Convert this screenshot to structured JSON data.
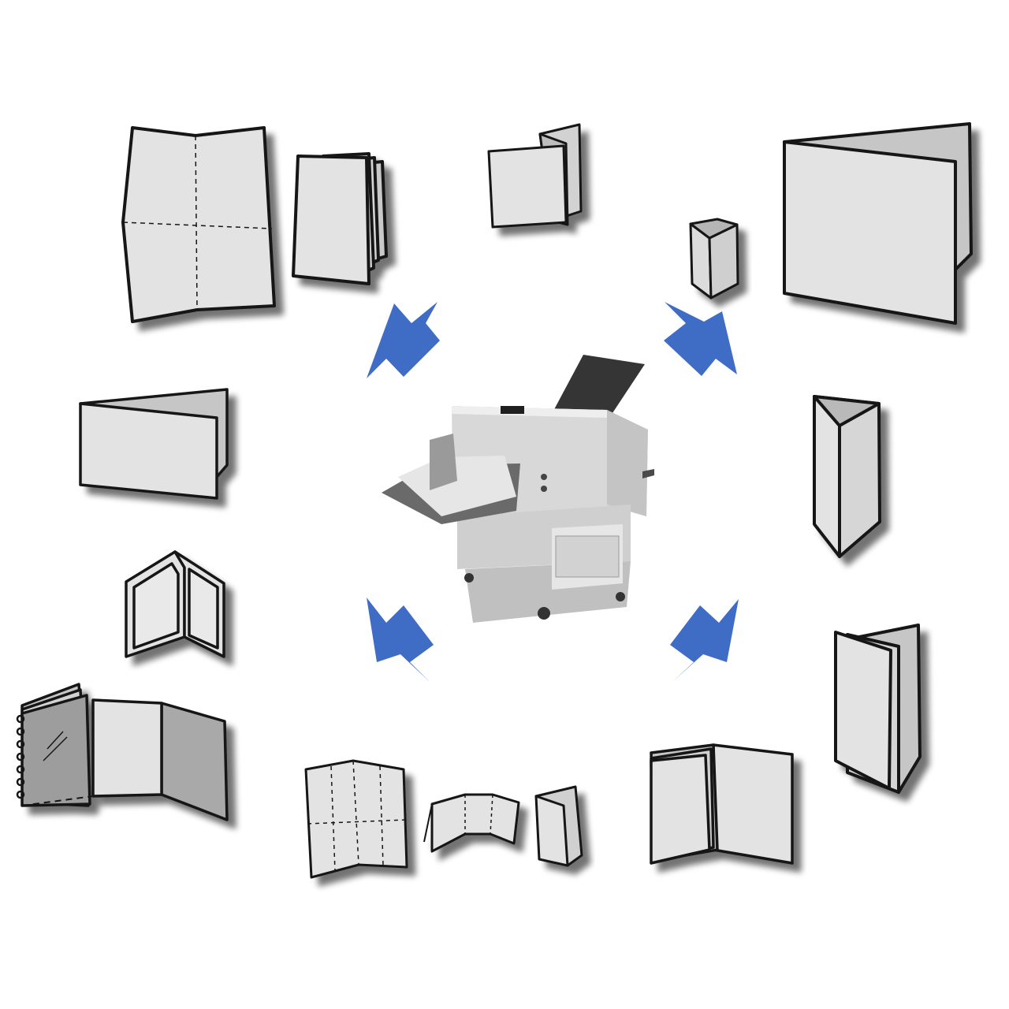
{
  "colors": {
    "background": "#ffffff",
    "paper_fill": "#e3e3e3",
    "paper_dark": "#a9a9a9",
    "paper_mid": "#c6c6c6",
    "outline": "#161616",
    "shadow": "#8a8a8a",
    "arrow": "#3f6cc5",
    "machine_body": "#d5d5d5",
    "machine_dark": "#4a4a4a"
  },
  "center": {
    "image": "paper-folding-machine",
    "arrows": 4
  },
  "fold_styles": [
    "cross-fold-sheet",
    "accordion-fold-tall",
    "z-fold-small",
    "tent-fold-mini",
    "large-single-fold",
    "landscape-single-fold",
    "tall-tri-fold",
    "gate-fold-standing",
    "spiral-bound-booklet",
    "double-parallel-fold",
    "roll-fold-brochure",
    "multi-page-booklet",
    "cross-fold-flat",
    "wide-tri-fold",
    "small-z-fold"
  ]
}
